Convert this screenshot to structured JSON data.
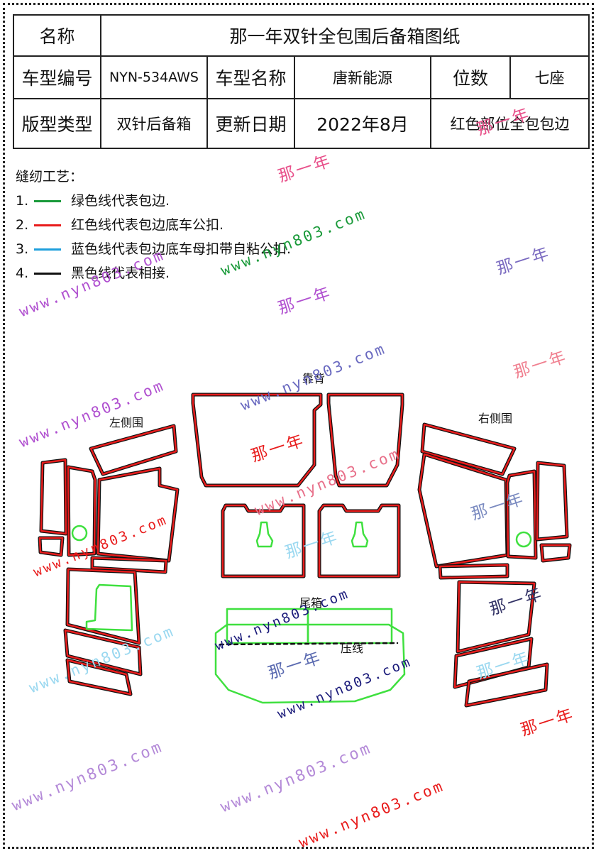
{
  "table": {
    "r1": {
      "name_label": "名称",
      "title": "那一年双针全包围后备箱图纸"
    },
    "r2": {
      "model_code_label": "车型编号",
      "model_code": "NYN-534AWS",
      "model_name_label": "车型名称",
      "model_name": "唐新能源",
      "seats_label": "位数",
      "seats": "七座"
    },
    "r3": {
      "type_label": "版型类型",
      "type": "双针后备箱",
      "date_label": "更新日期",
      "date": "2022年8月",
      "note": "红色部位全包包边"
    }
  },
  "process": {
    "heading": "缝纫工艺：",
    "items": [
      {
        "num": "1.",
        "color": "#1a9a3a",
        "text": "绿色线代表包边."
      },
      {
        "num": "2.",
        "color": "#e81c1c",
        "text": "红色线代表包边底车公扣."
      },
      {
        "num": "3.",
        "color": "#1e9fdc",
        "text": "蓝色线代表包边底车母扣带自粘公扣."
      },
      {
        "num": "4.",
        "color": "#111111",
        "text": "黑色线代表相接."
      }
    ]
  },
  "labels": {
    "backrest": "靠背",
    "left_side": "左侧围",
    "right_side": "右侧围",
    "trunk": "尾箱",
    "press_line": "压线"
  },
  "colors": {
    "red": "#e81c1c",
    "green": "#3fe03f",
    "black": "#111111",
    "blue": "#1e9fdc"
  },
  "watermarks": {
    "url_text": "www.nyn803.com",
    "brand_text": "那一年"
  }
}
